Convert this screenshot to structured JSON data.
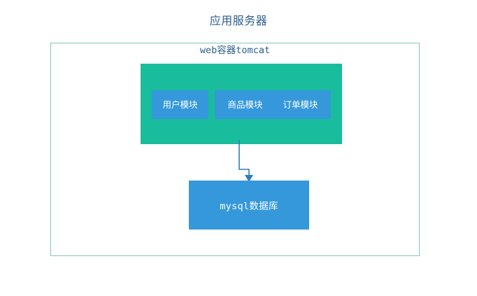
{
  "diagram": {
    "title": "应用服务器",
    "container": {
      "label": "web容器tomcat",
      "border_color": "#7FC8B9"
    },
    "tomcat_box": {
      "color": "#19BC9C",
      "modules": [
        {
          "label": "用户模块",
          "color": "#3498DB"
        },
        {
          "label": "商品模块",
          "color": "#3498DB"
        },
        {
          "label": "订单模块",
          "color": "#3498DB"
        }
      ]
    },
    "connector": {
      "type": "elbow-arrow",
      "color": "#2E7EB8",
      "direction": "down"
    },
    "database": {
      "label": "mysql数据库",
      "color": "#3498DB"
    },
    "colors": {
      "title_text": "#2C5E8E",
      "green": "#19BC9C",
      "blue": "#3498DB",
      "border_teal": "#7FC8B9",
      "background": "#FFFFFF"
    }
  }
}
